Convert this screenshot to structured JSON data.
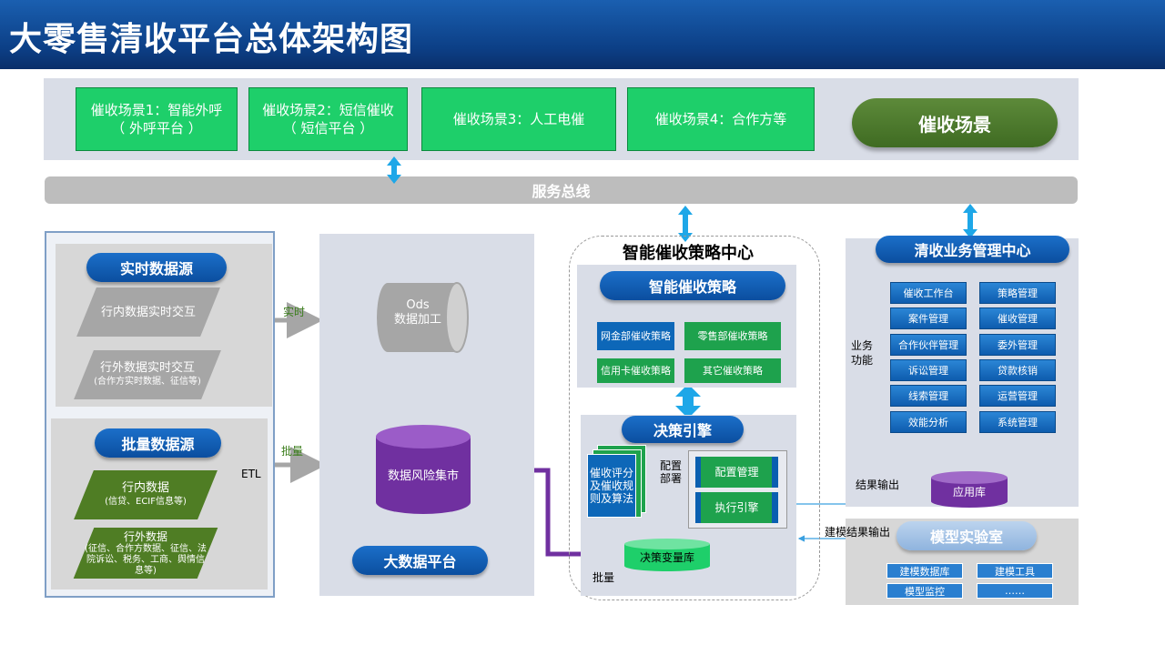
{
  "title": "大零售清收平台总体架构图",
  "scenes": {
    "items": [
      {
        "line1": "催收场景1：智能外呼",
        "line2": "（ 外呼平台 ）"
      },
      {
        "line1": "催收场景2：短信催收",
        "line2": "（ 短信平台 ）"
      },
      {
        "line1": "催收场景3：人工电催",
        "line2": ""
      },
      {
        "line1": "催收场景4：合作方等",
        "line2": ""
      }
    ],
    "label": "催收场景"
  },
  "bus": {
    "label": "服务总线"
  },
  "sources": {
    "realtime_title": "实时数据源",
    "realtime_internal": "行内数据实时交互",
    "realtime_external": "行外数据实时交互",
    "realtime_external_sub": "(合作方实时数据、征信等)",
    "batch_title": "批量数据源",
    "batch_internal": "行内数据",
    "batch_internal_sub": "(信贷、ECIF信息等)",
    "batch_external": "行外数据",
    "batch_external_sub": "(征信、合作方数据、征信、法院诉讼、税务、工商、舆情信息等)",
    "label_realtime": "实时",
    "label_batch": "批量",
    "label_etl": "ETL"
  },
  "bigdata": {
    "ods_line1": "Ods",
    "ods_line2": "数据加工",
    "risk_mart": "数据风险集市",
    "label": "大数据平台"
  },
  "strategy_center": {
    "title": "智能催收策略中心",
    "strategy_title": "智能催收策略",
    "strategies": [
      "网金部催收策略",
      "零售部催收策略",
      "信用卡催收策略",
      "其它催收策略"
    ],
    "engine_title": "决策引擎",
    "eval_rules": "催收评分及催收规则及算法",
    "config_deploy": "配置部署",
    "config_mgmt": "配置管理",
    "exec_engine": "执行引擎",
    "var_lib": "决策变量库",
    "label_batch": "批量"
  },
  "biz_center": {
    "title": "清收业务管理中心",
    "functions_label": "业务功能",
    "buttons": [
      "催收工作台",
      "策略管理",
      "案件管理",
      "催收管理",
      "合作伙伴管理",
      "委外管理",
      "诉讼管理",
      "贷款核销",
      "线索管理",
      "运营管理",
      "效能分析",
      "系统管理"
    ],
    "app_db": "应用库",
    "label_result": "结果输出"
  },
  "model_lab": {
    "title": "模型实验室",
    "label_model_result": "建模结果输出",
    "buttons": [
      "建模数据库",
      "建模工具",
      "模型监控",
      "……"
    ]
  }
}
